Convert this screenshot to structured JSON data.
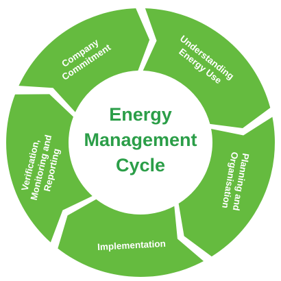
{
  "diagram": {
    "center": {
      "lines": [
        "Energy",
        "Management",
        "Cycle"
      ]
    },
    "colors": {
      "segment": "#65bb3f",
      "center_text": "#2b9e48",
      "segment_text": "#ffffff",
      "background": "#ffffff"
    },
    "segments": [
      {
        "id": "company-commitment",
        "lines": [
          "Company",
          "Commitment"
        ]
      },
      {
        "id": "understanding-energy-use",
        "lines": [
          "Understanding",
          "Energy Use"
        ]
      },
      {
        "id": "planning-and-organisation",
        "lines": [
          "Planning and",
          "Organisation"
        ]
      },
      {
        "id": "implementation",
        "lines": [
          "Implementation"
        ]
      },
      {
        "id": "verification-monitoring-reporting",
        "lines": [
          "Verification,",
          "Monitoring and",
          "Reporting"
        ]
      }
    ]
  }
}
